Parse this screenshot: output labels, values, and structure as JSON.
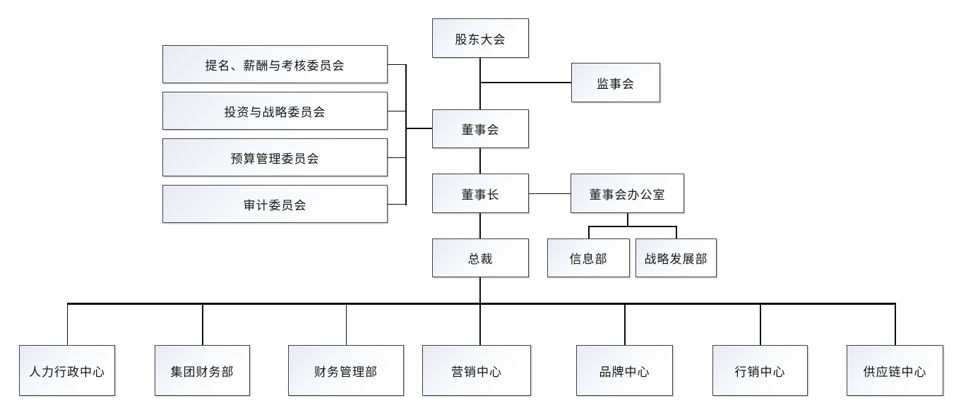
{
  "org_chart": {
    "nodes": {
      "shareholders_meeting": "股东大会",
      "supervisory_board": "监事会",
      "board_of_directors": "董事会",
      "chairman": "董事长",
      "board_office": "董事会办公室",
      "president": "总裁",
      "information_dept": "信息部",
      "strategic_development_dept": "战略发展部"
    },
    "committees": [
      "提名、薪酬与考核委员会",
      "投资与战略委员会",
      "预算管理委员会",
      "审计委员会"
    ],
    "departments": [
      "人力行政中心",
      "集团财务部",
      "财务管理部",
      "营销中心",
      "品牌中心",
      "行销中心",
      "供应链中心"
    ],
    "colors": {
      "box_border": "#404040",
      "box_fill_top": "#e8eaf3",
      "box_fill_bottom": "#ffffff",
      "connector_line": "#0c0c0c",
      "background": "#ffffff"
    }
  }
}
